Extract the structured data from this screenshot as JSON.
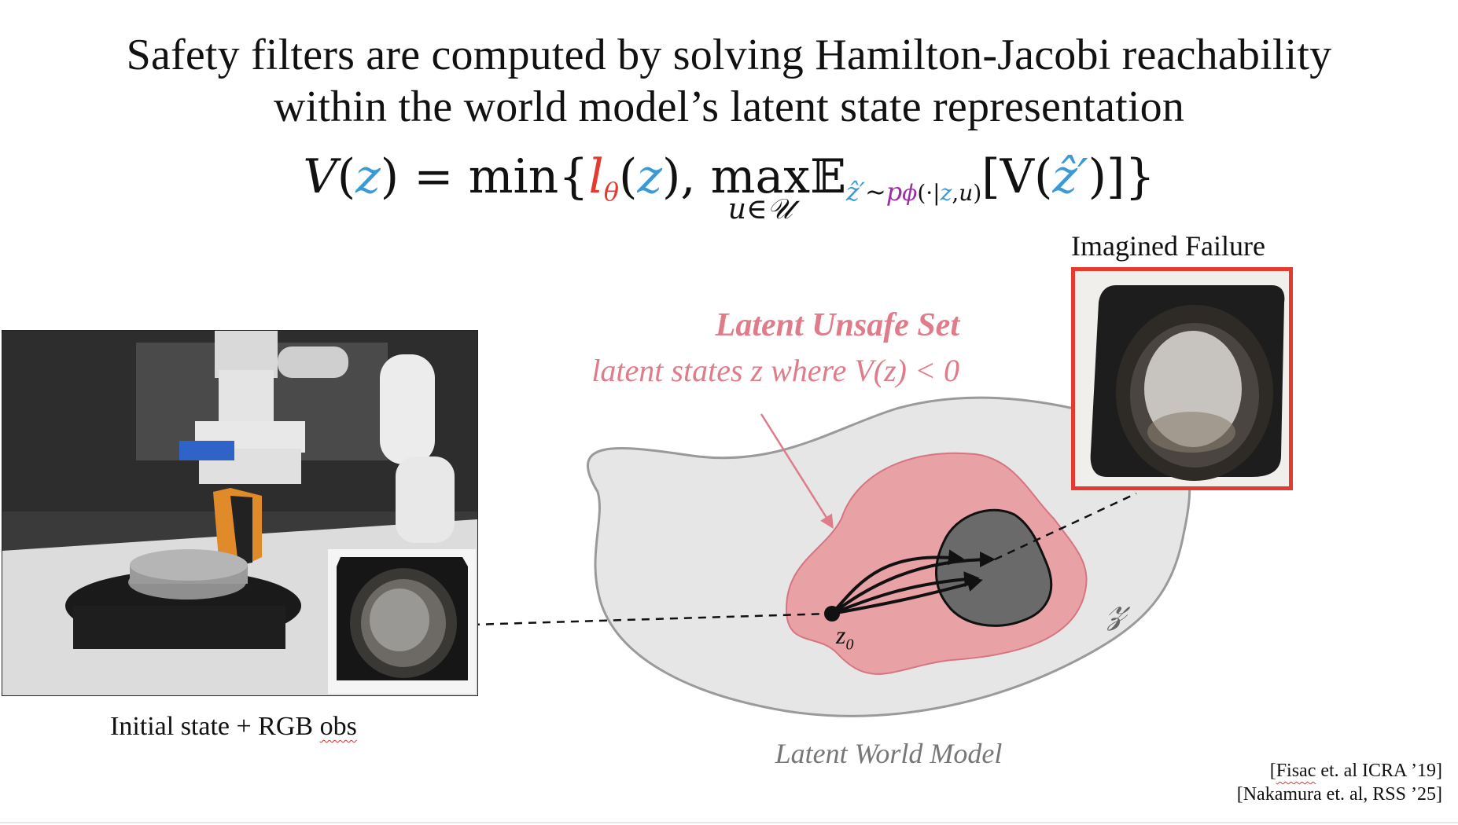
{
  "title": {
    "line1": "Safety filters are computed by solving Hamilton-Jacobi reachability",
    "line2": "within the world model’s latent state representation"
  },
  "equation": {
    "lhs_V": "V",
    "z": "z",
    "equals_min": "= min{",
    "l": "l",
    "theta": "θ",
    "max": "max",
    "max_under": "u∈𝒰",
    "E": "𝔼",
    "zhat_prime": "ẑ′",
    "tilde": "~",
    "p": "p",
    "phi": "ϕ",
    "cond": "(·|",
    "u": "u",
    "close_cond": ")",
    "rhs": "[V(",
    "rhs_close": ")]}"
  },
  "labels": {
    "imagined_failure": "Imagined Failure",
    "initial_state": "Initial state + RGB ",
    "initial_state_obs": "obs",
    "latent_unsafe_set": "Latent Unsafe Set",
    "latent_states_where": "latent states z where V(z) < 0",
    "latent_world_model": "Latent World Model",
    "z_set": "𝓏",
    "z0": "z",
    "z0_sub": "0"
  },
  "references": {
    "ref1_author": "Fisac",
    "ref1_rest": " et. al ICRA ’19]",
    "ref2": "[Nakamura et. al, RSS ’25]"
  },
  "colors": {
    "unsafe_pink": "#e07b8a",
    "unsafe_fill": "#e8a2a6",
    "failure_red": "#e53a2f",
    "latent_blue": "#3a9ad6",
    "dynamics_purple": "#9b2ea3",
    "world_model_gray": "#e6e6e6"
  }
}
